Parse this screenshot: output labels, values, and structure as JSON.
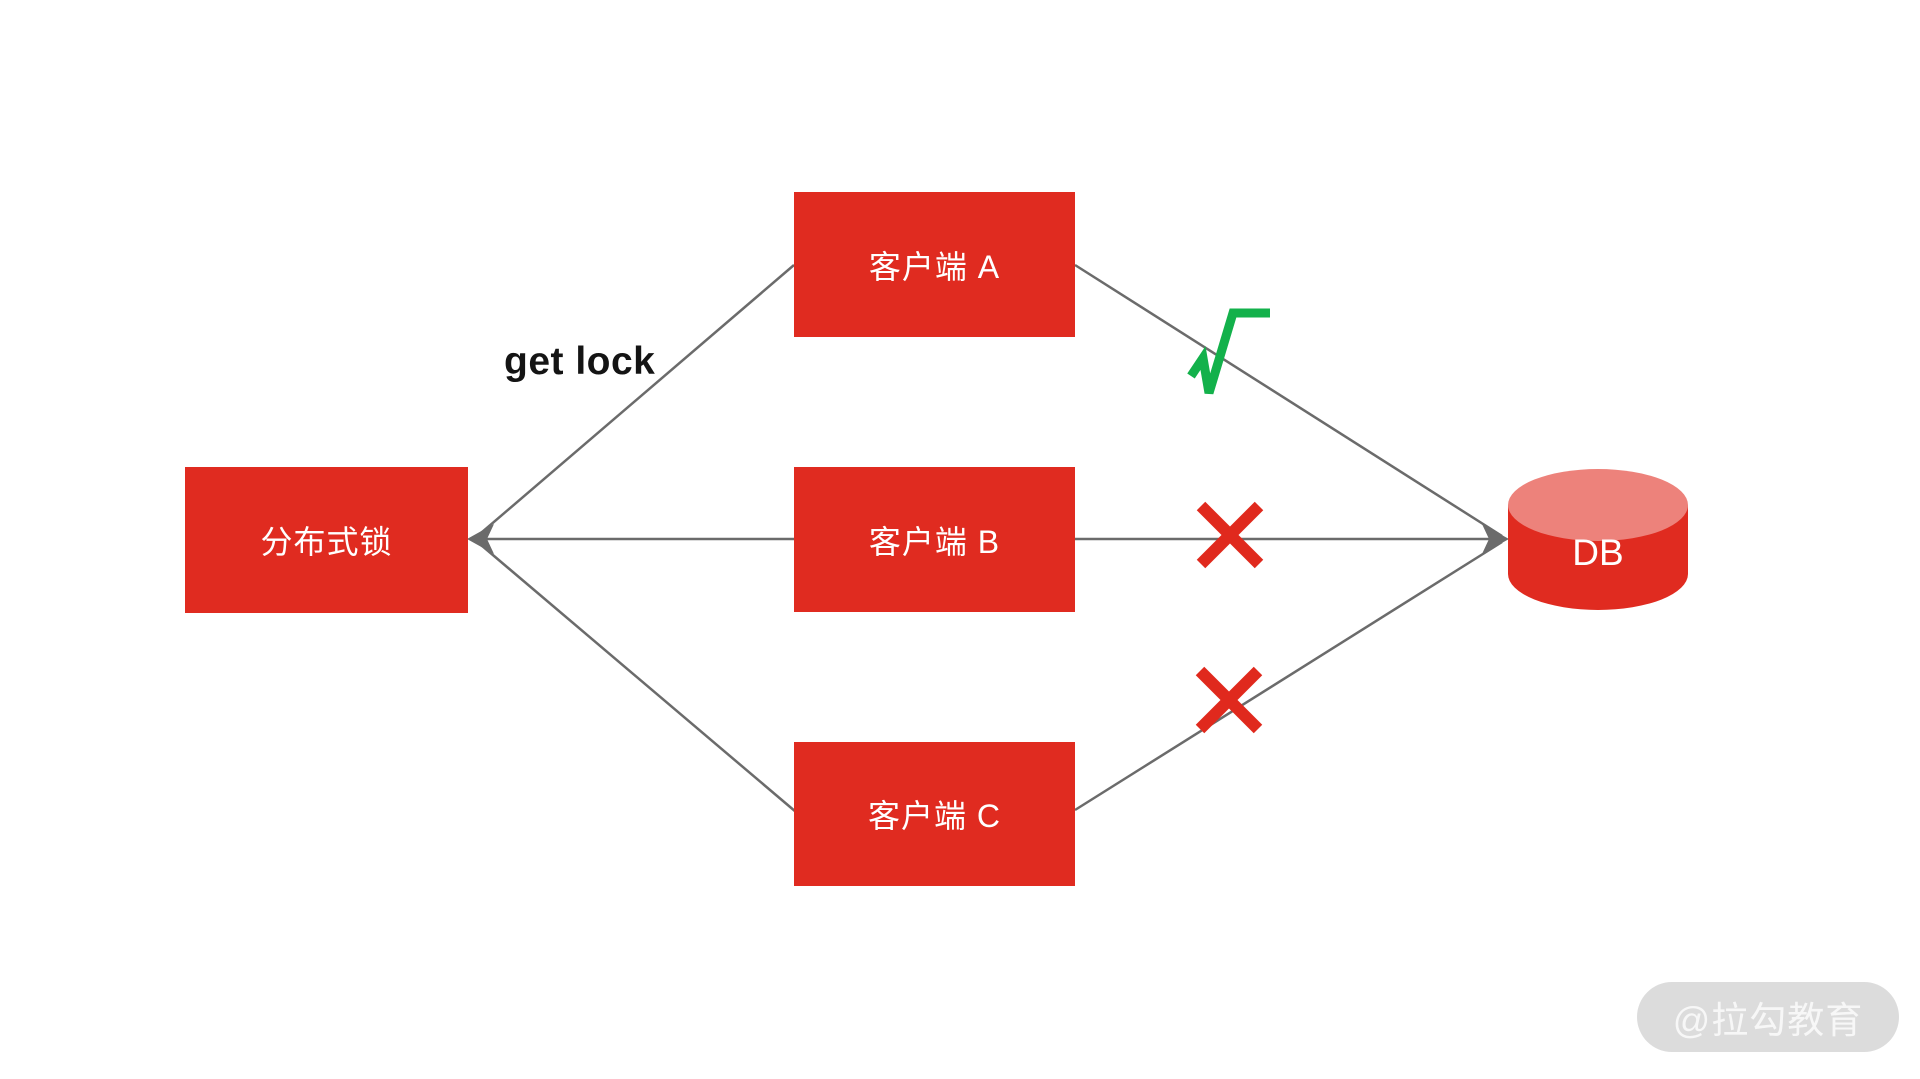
{
  "colors": {
    "canvas-bg": "#ffffff",
    "box-red": "#E02B20",
    "db-top": "#ED827B",
    "line-gray": "#6B6B6B",
    "check-green": "#13B14B",
    "cross-red": "#E0291D",
    "node-text": "#ffffff",
    "label-black": "#141414",
    "watermark-bg": "#DCDCDC",
    "watermark-text": "#F7F7F7"
  },
  "diagram": {
    "lock_node": {
      "label": "分布式锁"
    },
    "clients": [
      {
        "label": "客户端 A",
        "result": "success"
      },
      {
        "label": "客户端 B",
        "result": "fail"
      },
      {
        "label": "客户端 C",
        "result": "fail"
      }
    ],
    "db_node": {
      "label": "DB"
    },
    "edge_label": "get lock"
  },
  "watermark": {
    "text": "@拉勾教育"
  }
}
